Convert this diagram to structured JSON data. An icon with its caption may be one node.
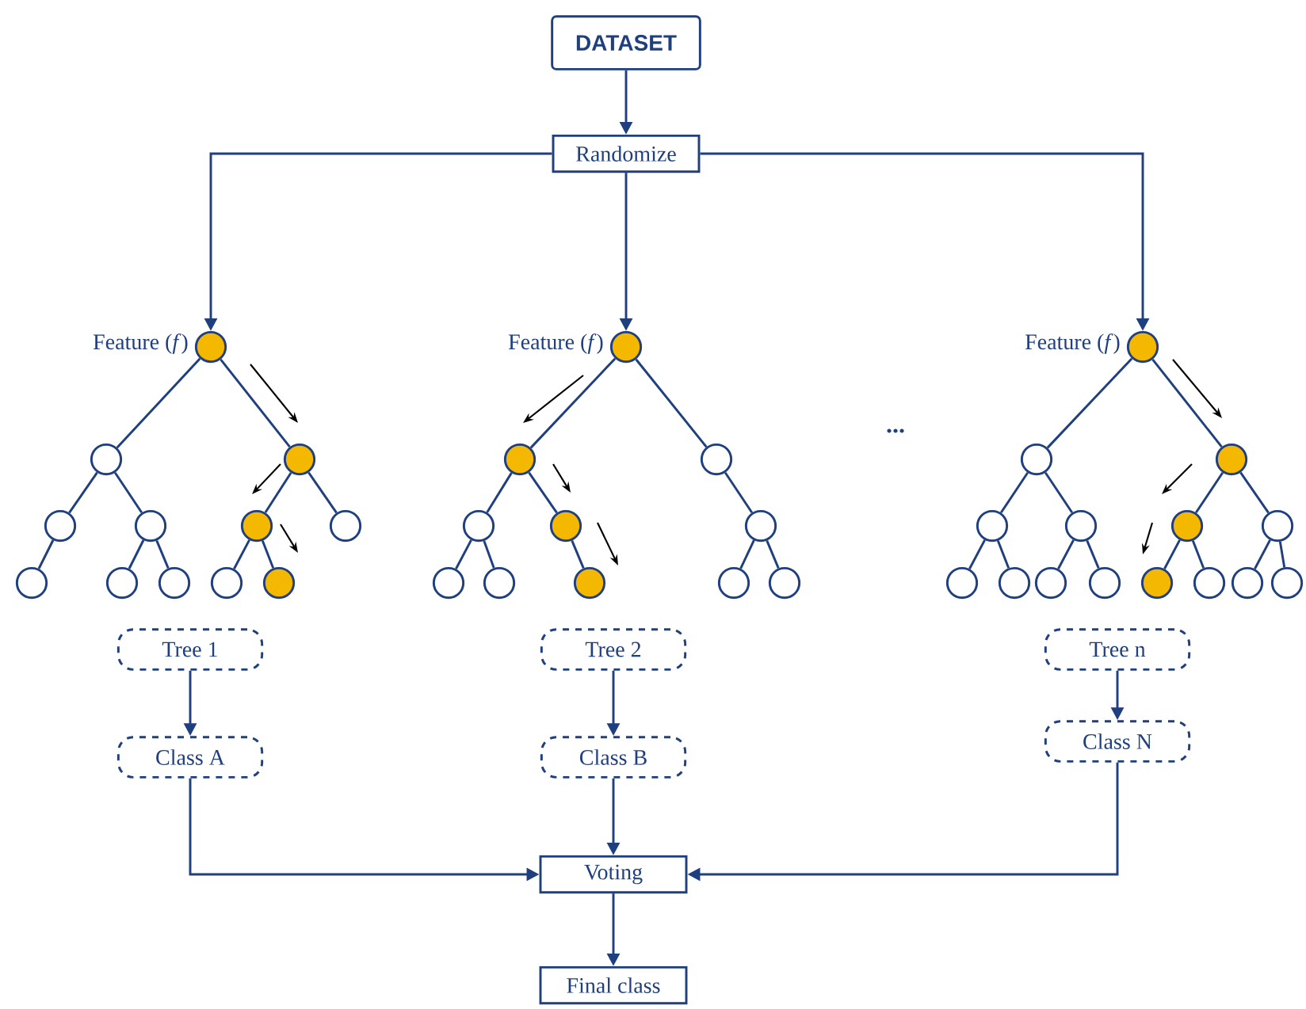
{
  "diagram": {
    "nodes": [
      {
        "text": [
          "DATASET"
        ]
      },
      {
        "text": [
          "Randomize"
        ]
      },
      {
        "text": [],
        "shape": "circle",
        "beside": [
          "Feature (*f*)"
        ]
      },
      {
        "text": [],
        "shape": "circle"
      },
      {
        "text": [],
        "shape": "circle"
      },
      {
        "text": [],
        "shape": "circle"
      },
      {
        "text": [],
        "shape": "circle"
      },
      {
        "text": [],
        "shape": "circle"
      },
      {
        "text": [],
        "shape": "circle"
      },
      {
        "text": [],
        "shape": "circle"
      },
      {
        "text": [],
        "shape": "circle"
      },
      {
        "text": [],
        "shape": "circle"
      },
      {
        "text": [],
        "shape": "circle"
      },
      {
        "text": [],
        "shape": "circle"
      },
      {
        "text": [],
        "shape": "circle",
        "beside": [
          "Feature (*f*)"
        ]
      },
      {
        "text": [],
        "shape": "circle"
      },
      {
        "text": [],
        "shape": "circle"
      },
      {
        "text": [],
        "shape": "circle"
      },
      {
        "text": [],
        "shape": "circle"
      },
      {
        "text": [],
        "shape": "circle"
      },
      {
        "text": [],
        "shape": "circle"
      },
      {
        "text": [],
        "shape": "circle"
      },
      {
        "text": [],
        "shape": "circle"
      },
      {
        "text": [],
        "shape": "circle"
      },
      {
        "text": [],
        "shape": "circle"
      },
      {
        "text": [],
        "shape": "circle",
        "beside": [
          "Feature (*f*)"
        ]
      },
      {
        "text": [],
        "shape": "circle"
      },
      {
        "text": [],
        "shape": "circle"
      },
      {
        "text": [],
        "shape": "circle"
      },
      {
        "text": [],
        "shape": "circle"
      },
      {
        "text": [],
        "shape": "circle"
      },
      {
        "text": [],
        "shape": "circle"
      },
      {
        "text": [],
        "shape": "circle"
      },
      {
        "text": [],
        "shape": "circle"
      },
      {
        "text": [],
        "shape": "circle"
      },
      {
        "text": [],
        "shape": "circle"
      },
      {
        "text": [],
        "shape": "circle"
      },
      {
        "text": [],
        "shape": "circle"
      },
      {
        "text": [],
        "shape": "circle"
      },
      {
        "text": [],
        "shape": "circle"
      },
      {
        "text": [
          "Tree 1"
        ]
      },
      {
        "text": [
          "Tree 2"
        ]
      },
      {
        "text": [
          "Tree n"
        ]
      },
      {
        "text": [
          "Class A"
        ]
      },
      {
        "text": [
          "Class B"
        ]
      },
      {
        "text": [
          "Class N"
        ]
      },
      {
        "text": [
          "Voting"
        ]
      },
      {
        "text": [
          "Final class"
        ]
      }
    ],
    "edges": [
      {
        "from": 0,
        "to": 1,
        "arrow": "to"
      },
      {
        "from": 1,
        "to": 2,
        "arrow": "to"
      },
      {
        "from": 1,
        "to": 14,
        "arrow": "to"
      },
      {
        "from": 1,
        "to": 25,
        "arrow": "to"
      },
      {
        "from": 2,
        "to": 3,
        "arrow": "none"
      },
      {
        "from": 2,
        "to": 4,
        "arrow": "none"
      },
      {
        "from": 3,
        "to": 5,
        "arrow": "none"
      },
      {
        "from": 3,
        "to": 6,
        "arrow": "none"
      },
      {
        "from": 5,
        "to": 9,
        "arrow": "none"
      },
      {
        "from": 6,
        "to": 10,
        "arrow": "none"
      },
      {
        "from": 6,
        "to": 11,
        "arrow": "none"
      },
      {
        "from": 4,
        "to": 7,
        "arrow": "none"
      },
      {
        "from": 4,
        "to": 8,
        "arrow": "none"
      },
      {
        "from": 7,
        "to": 12,
        "arrow": "none"
      },
      {
        "from": 7,
        "to": 13,
        "arrow": "none"
      },
      {
        "from": 14,
        "to": 15,
        "arrow": "none"
      },
      {
        "from": 14,
        "to": 16,
        "arrow": "none"
      },
      {
        "from": 15,
        "to": 17,
        "arrow": "none"
      },
      {
        "from": 15,
        "to": 18,
        "arrow": "none"
      },
      {
        "from": 17,
        "to": 20,
        "arrow": "none"
      },
      {
        "from": 17,
        "to": 21,
        "arrow": "none"
      },
      {
        "from": 18,
        "to": 22,
        "arrow": "none"
      },
      {
        "from": 16,
        "to": 19,
        "arrow": "none"
      },
      {
        "from": 19,
        "to": 23,
        "arrow": "none"
      },
      {
        "from": 19,
        "to": 24,
        "arrow": "none"
      },
      {
        "from": 25,
        "to": 26,
        "arrow": "none"
      },
      {
        "from": 25,
        "to": 27,
        "arrow": "none"
      },
      {
        "from": 26,
        "to": 28,
        "arrow": "none"
      },
      {
        "from": 26,
        "to": 29,
        "arrow": "none"
      },
      {
        "from": 28,
        "to": 32,
        "arrow": "none"
      },
      {
        "from": 28,
        "to": 33,
        "arrow": "none"
      },
      {
        "from": 29,
        "to": 34,
        "arrow": "none"
      },
      {
        "from": 29,
        "to": 35,
        "arrow": "none"
      },
      {
        "from": 27,
        "to": 30,
        "arrow": "none"
      },
      {
        "from": 27,
        "to": 31,
        "arrow": "none"
      },
      {
        "from": 30,
        "to": 36,
        "arrow": "none"
      },
      {
        "from": 30,
        "to": 37,
        "arrow": "none"
      },
      {
        "from": 31,
        "to": 38,
        "arrow": "none"
      },
      {
        "from": 31,
        "to": 39,
        "arrow": "none"
      },
      {
        "from": 40,
        "to": 43,
        "arrow": "to"
      },
      {
        "from": 41,
        "to": 44,
        "arrow": "to"
      },
      {
        "from": 42,
        "to": 45,
        "arrow": "to"
      },
      {
        "from": 43,
        "to": 46,
        "arrow": "to"
      },
      {
        "from": 44,
        "to": 46,
        "arrow": "to"
      },
      {
        "from": 45,
        "to": 46,
        "arrow": "to"
      },
      {
        "from": 46,
        "to": 47,
        "arrow": "to"
      }
    ],
    "labels": [
      "..."
    ]
  }
}
